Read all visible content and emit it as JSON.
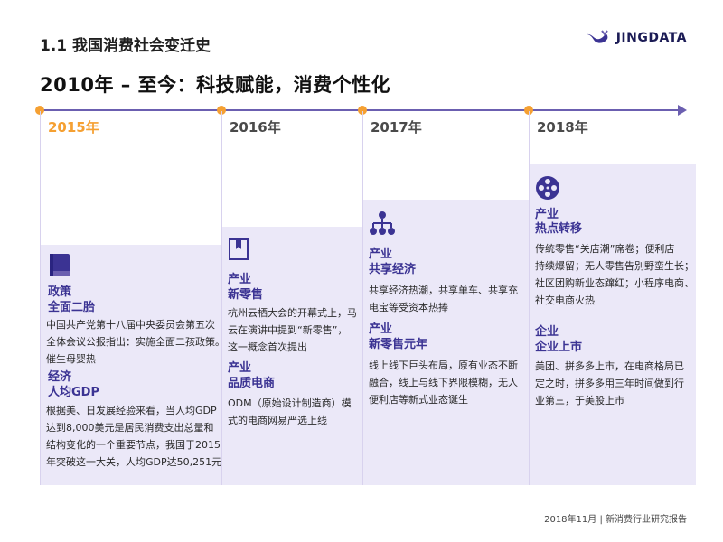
{
  "header": {
    "section_title": "1.1 我国消费社会变迁史",
    "main_heading": "2010年 – 至今：科技赋能，消费个性化",
    "brand": "JINGDATA"
  },
  "colors": {
    "accent": "#6b5fb0",
    "dot": "#f5a032",
    "panel": "#ebe8f8",
    "label": "#3b3393"
  },
  "timeline": [
    {
      "year": "2015年",
      "icon": "book-icon",
      "blocks": [
        {
          "label1": "政策",
          "label2": "全面二胎",
          "lines": [
            "中国共产党第十八届中央委员会第五次",
            "全体会议公报指出：实施全面二孩政策。",
            "催生母婴热"
          ]
        },
        {
          "label1": "经济",
          "label2": "人均GDP",
          "lines": [
            "根据美、日发展经验来看，当人均GDP",
            "达到8,000美元是居民消费支出总量和",
            "结构变化的一个重要节点，我国于2015",
            "年突破这一大关，人均GDP达50,251元"
          ]
        }
      ]
    },
    {
      "year": "2016年",
      "icon": "bookmark-icon",
      "blocks": [
        {
          "label1": "产业",
          "label2": "新零售",
          "lines": [
            "杭州云栖大会的开幕式上，马",
            "云在演讲中提到“新零售”，",
            "这一概念首次提出"
          ]
        },
        {
          "label1": "产业",
          "label2": "品质电商",
          "lines": [
            "ODM（原始设计制造商）模",
            "式的电商网易严选上线"
          ]
        }
      ]
    },
    {
      "year": "2017年",
      "icon": "network-icon",
      "blocks": [
        {
          "label1": "产业",
          "label2": "共享经济",
          "lines": [
            "共享经济热潮，共享单车、共享充",
            "电宝等受资本热捧"
          ]
        },
        {
          "label1": "产业",
          "label2": "新零售元年",
          "lines": [
            "线上线下巨头布局，原有业态不断",
            "融合，线上与线下界限模糊，无人",
            "便利店等新式业态诞生"
          ]
        }
      ]
    },
    {
      "year": "2018年",
      "icon": "film-reel-icon",
      "blocks": [
        {
          "label1": "产业",
          "label2": "热点转移",
          "lines": [
            "传统零售“关店潮”席卷；便利店",
            "持续爆留；无人零售告别野蛮生长；",
            "社区团购新业态蹿红；小程序电商、",
            "社交电商火热"
          ]
        },
        {
          "label1": "企业",
          "label2": "企业上市",
          "lines": [
            "美团、拼多多上市，在电商格局已",
            "定之时，拼多多用三年时间做到行",
            "业第三，于美股上市"
          ]
        }
      ]
    }
  ],
  "footer": "2018年11月 | 新消费行业研究报告"
}
